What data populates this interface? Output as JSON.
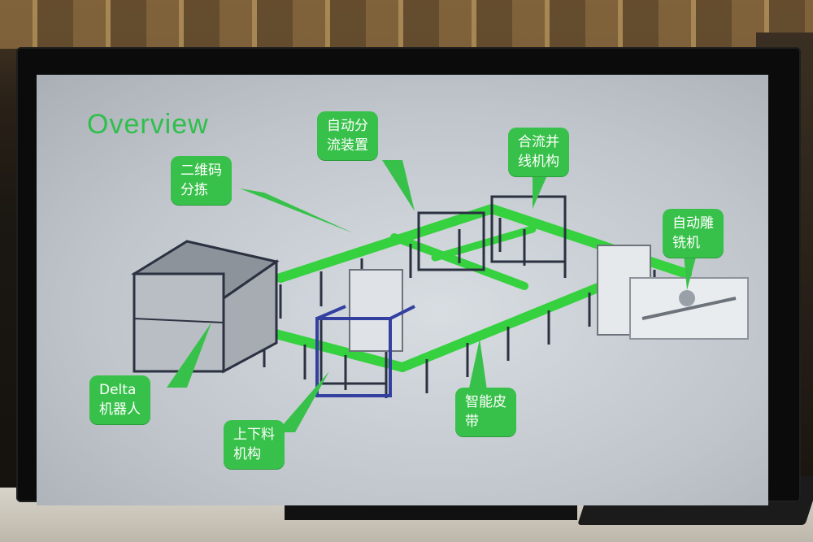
{
  "slide": {
    "title": "Overview",
    "callouts": [
      {
        "id": "qr",
        "text": "二维码\n分拣"
      },
      {
        "id": "diverter",
        "text": "自动分\n流装置"
      },
      {
        "id": "merge",
        "text": "合流并\n线机构"
      },
      {
        "id": "engraver",
        "text": "自动雕\n铣机"
      },
      {
        "id": "delta",
        "text": "Delta\n机器人"
      },
      {
        "id": "loader",
        "text": "上下料\n机构"
      },
      {
        "id": "belt",
        "text": "智能皮\n带"
      }
    ]
  },
  "colors": {
    "callout_green": "#38c14a",
    "title_green": "#2fbf4b",
    "belt_green": "#35d13f",
    "frame_dark": "#2b3140"
  }
}
